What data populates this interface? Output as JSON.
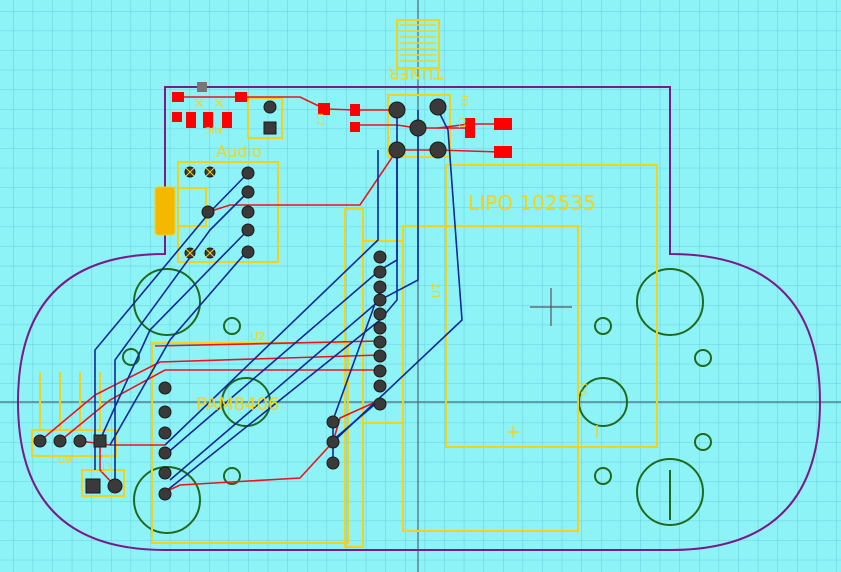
{
  "labels": {
    "tuner": "TUNER",
    "audio": "Audio",
    "lipo": "LIPO 102535",
    "pam": "PAM8406",
    "u2": "U2",
    "u7": "U7",
    "u9": "U9",
    "j3": "J3",
    "c6": "C6",
    "r1": "R1",
    "c1": "C1",
    "c2": "C2",
    "mic": "MIC"
  },
  "colors": {
    "background": "#8ef3f7",
    "grid": "#5cc6d8",
    "outline": "#7b1a8a",
    "silkscreen": "#f5d21a",
    "trace_top": "#e8141e",
    "trace_bottom": "#0c2a9a",
    "pad": "#3a3a3a",
    "smd_pad": "#ff0000",
    "mount_hole": "#1f6a1f"
  }
}
